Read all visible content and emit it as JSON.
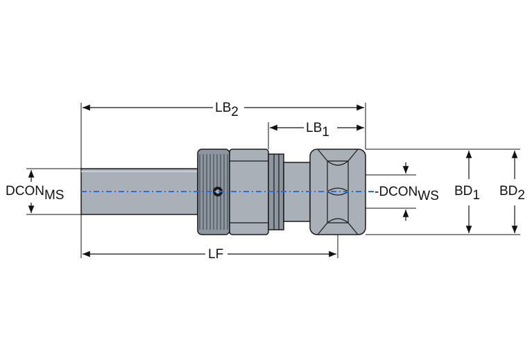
{
  "dimensions": {
    "lb2": {
      "base": "LB",
      "sub": "2"
    },
    "lb1": {
      "base": "LB",
      "sub": "1"
    },
    "lf": {
      "base": "LF",
      "sub": ""
    },
    "dcon_ms": {
      "base": "DCON",
      "sub": "MS"
    },
    "dcon_ws": {
      "base": "-DCON",
      "sub": "WS"
    },
    "bd1": {
      "base": "BD",
      "sub": "1"
    },
    "bd2": {
      "base": "BD",
      "sub": "2"
    }
  },
  "colors": {
    "body": "#a9b0b8",
    "body_dark": "#8d959e",
    "outline": "#1a1a1a",
    "centerline": "#2a6fd6"
  }
}
